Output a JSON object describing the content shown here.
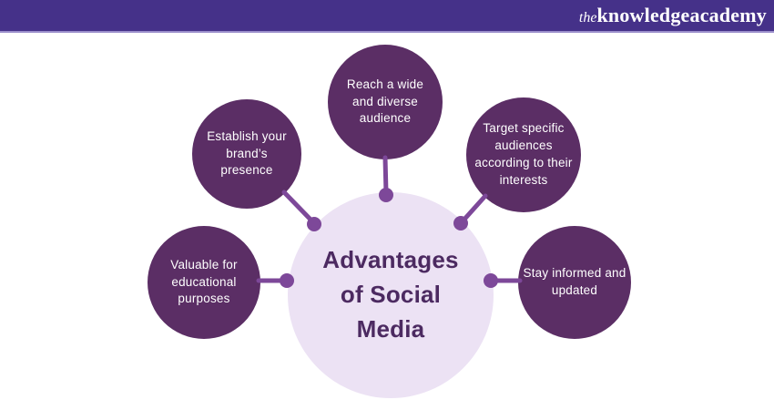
{
  "header": {
    "bar_color": "#453189",
    "logo": {
      "the": "the",
      "main": "knowledgeacademy",
      "text_color": "#ffffff"
    }
  },
  "diagram": {
    "title": "Advantages of Social Media",
    "center": {
      "label": "Advantages of Social Media"
    },
    "nodes": [
      {
        "id": "reach-audience",
        "label": "Reach a wide and diverse audience"
      },
      {
        "id": "brand-presence",
        "label": "Establish your brand’s presence"
      },
      {
        "id": "target-audiences",
        "label": "Target specific audiences according to their interests"
      },
      {
        "id": "educational-value",
        "label": "Valuable for educational purposes"
      },
      {
        "id": "stay-informed",
        "label": "Stay informed and updated"
      }
    ],
    "colors": {
      "node_fill": "#5b2e65",
      "node_text": "#ffffff",
      "center_fill": "#ece2f4",
      "center_text": "#4c2a61",
      "connector": "#7d4899",
      "header_bar": "#453189",
      "background": "#ffffff"
    }
  }
}
